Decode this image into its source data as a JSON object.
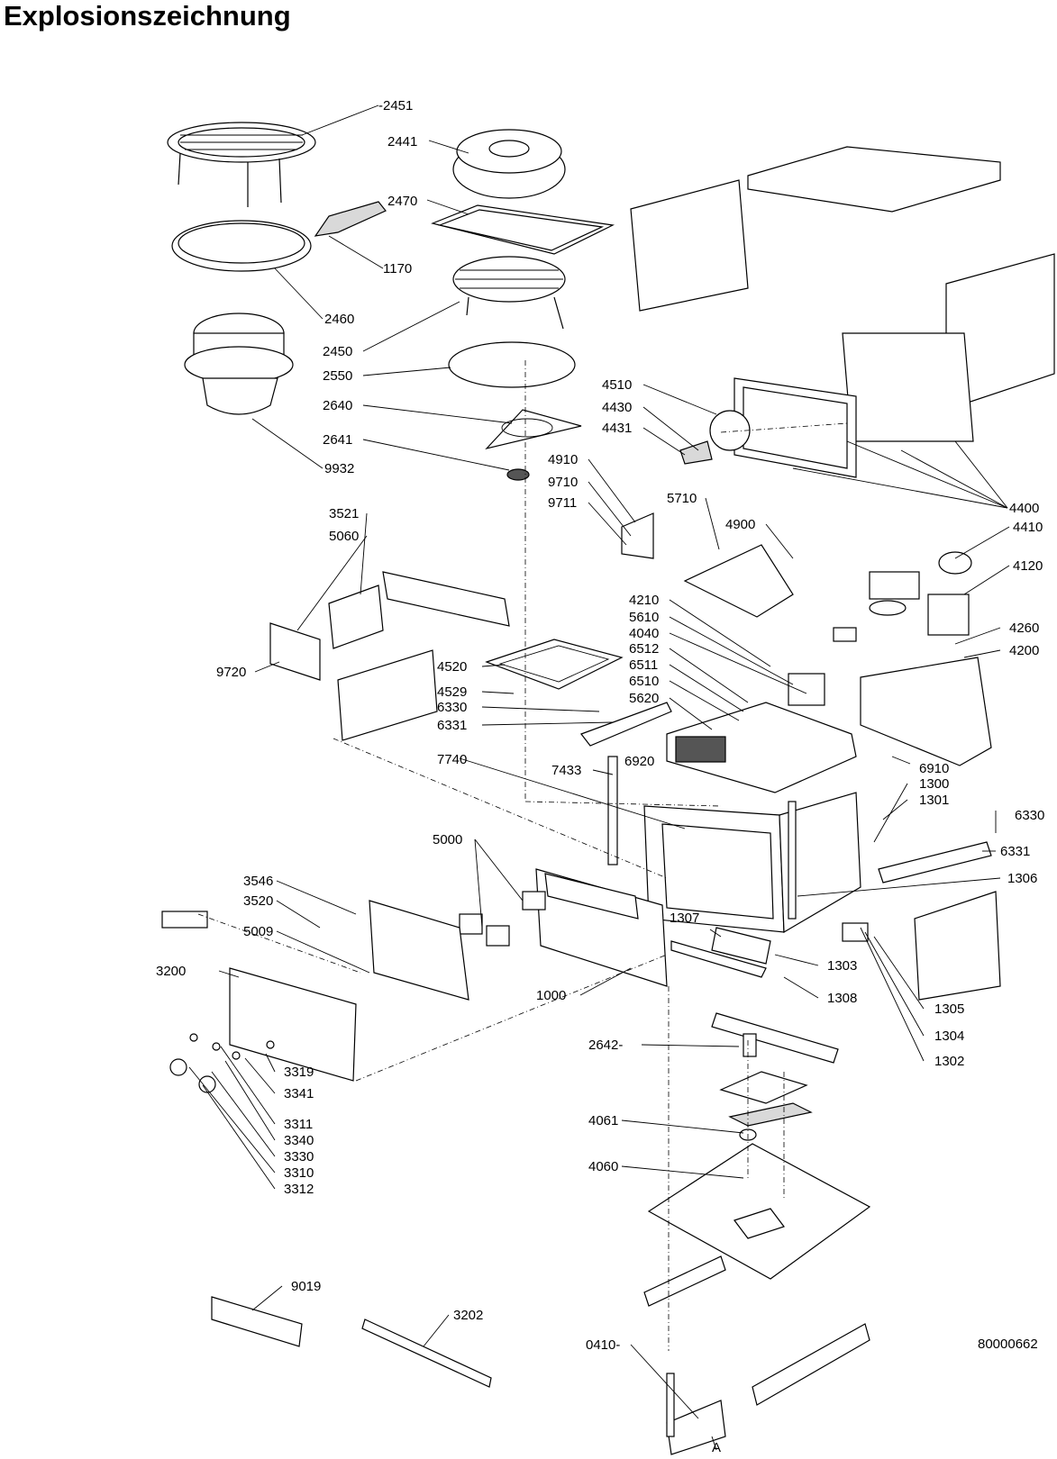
{
  "title": "Explosionszeichnung",
  "drawing_number": "80000662",
  "callouts": [
    "-2451",
    "2441",
    "2470",
    "1170",
    "2460",
    "2450",
    "2550",
    "2640",
    "2641",
    "9932",
    "4510",
    "4430",
    "4431",
    "4400",
    "4910",
    "9710",
    "9711",
    "5710",
    "4900",
    "4410",
    "4120",
    "3521",
    "5060",
    "9720",
    "4210",
    "5610",
    "4040",
    "6512",
    "6511",
    "6510",
    "5620",
    "4260",
    "4200",
    "4520",
    "4529",
    "6330",
    "6331",
    "6920",
    "6910",
    "7740",
    "7433",
    "1300",
    "1301",
    "6330",
    "6331",
    "5000",
    "3546",
    "3520",
    "5009",
    "3200",
    "1307",
    "1306",
    "1303",
    "1308",
    "1000",
    "1305",
    "1304",
    "1302",
    "2642-",
    "3319",
    "3341",
    "3311",
    "3340",
    "3330",
    "3310",
    "3312",
    "4061",
    "4060",
    "9019",
    "3202",
    "0410-",
    "A"
  ]
}
